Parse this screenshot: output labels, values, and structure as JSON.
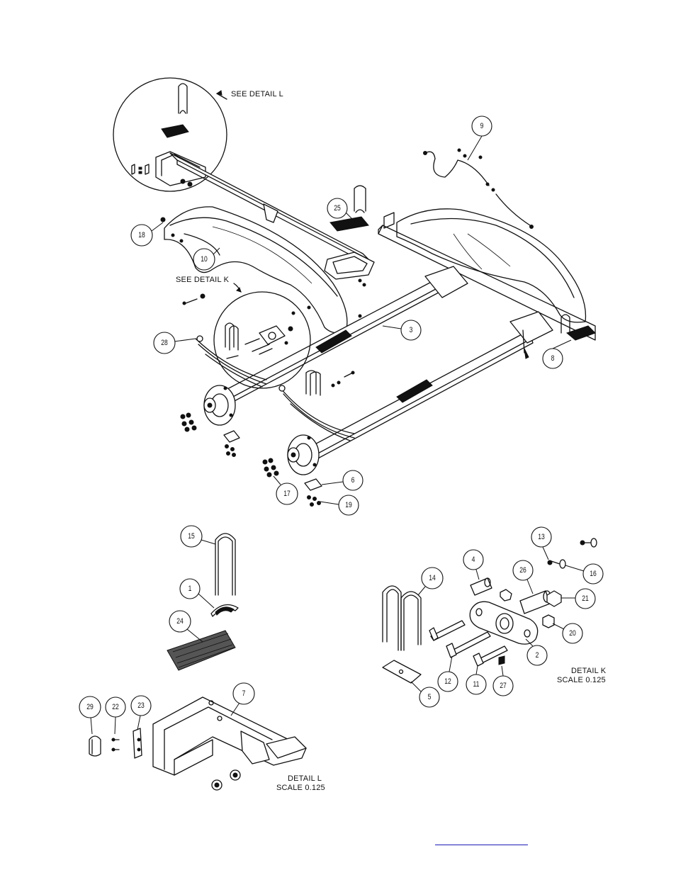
{
  "notes": {
    "see_detail_l": "SEE DETAIL L",
    "see_detail_k": "SEE DETAIL K",
    "detail_l_title": "DETAIL L",
    "detail_l_scale": "SCALE 0.125",
    "detail_k_title": "DETAIL K",
    "detail_k_scale": "SCALE 0.125"
  },
  "balloons": {
    "b9": "9",
    "b25": "25",
    "b18": "18",
    "b10": "10",
    "b3": "3",
    "b8": "8",
    "b28": "28",
    "b6": "6",
    "b17": "17",
    "b19": "19",
    "b15": "15",
    "b1": "1",
    "b24": "24",
    "b7": "7",
    "b29": "29",
    "b22": "22",
    "b23": "23",
    "b13": "13",
    "b16": "16",
    "b4": "4",
    "b14": "14",
    "b26": "26",
    "b21": "21",
    "b20": "20",
    "b2": "2",
    "b12": "12",
    "b11": "11",
    "b27": "27",
    "b5": "5"
  },
  "footer": {
    "link_color": "#1a1ab8"
  }
}
